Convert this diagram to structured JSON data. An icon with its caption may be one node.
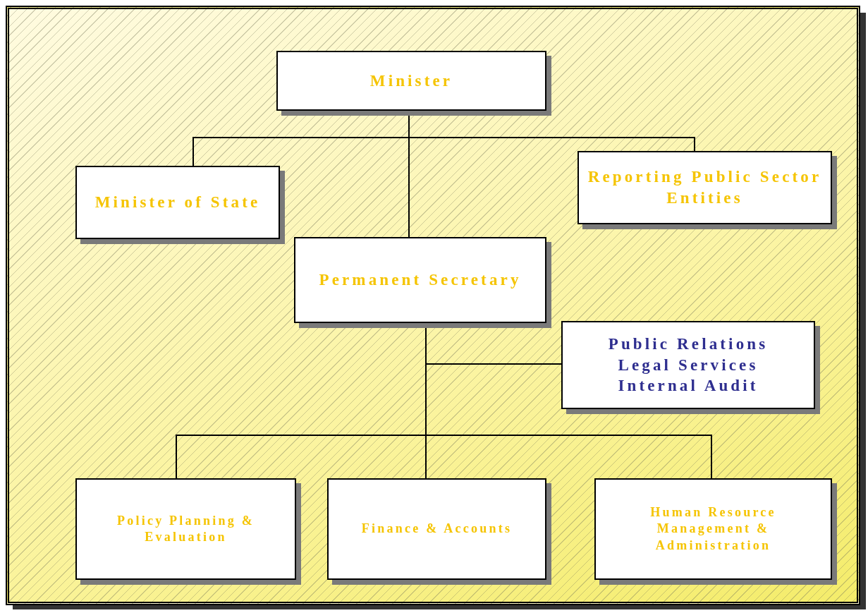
{
  "diagram": {
    "nodes": [
      {
        "text": [
          "Minister"
        ]
      },
      {
        "text": [
          "Minister of State"
        ]
      },
      {
        "text": [
          "Reporting Public Sector Entities"
        ]
      },
      {
        "text": [
          "Permanent Secretary"
        ]
      },
      {
        "text": [
          "Public Relations",
          "Legal Services",
          "Internal Audit"
        ]
      },
      {
        "text": [
          "Policy Planning & Evaluation"
        ]
      },
      {
        "text": [
          "Finance & Accounts"
        ]
      },
      {
        "text": [
          "Human Resource Management & Administration"
        ]
      }
    ],
    "edges": [
      {
        "from": 0,
        "to": 1,
        "arrow": "none"
      },
      {
        "from": 0,
        "to": 2,
        "arrow": "none"
      },
      {
        "from": 0,
        "to": 3,
        "arrow": "none"
      },
      {
        "from": 3,
        "to": 4,
        "arrow": "none"
      },
      {
        "from": 3,
        "to": 5,
        "arrow": "none"
      },
      {
        "from": 3,
        "to": 6,
        "arrow": "none"
      },
      {
        "from": 3,
        "to": 7,
        "arrow": "none"
      }
    ]
  }
}
